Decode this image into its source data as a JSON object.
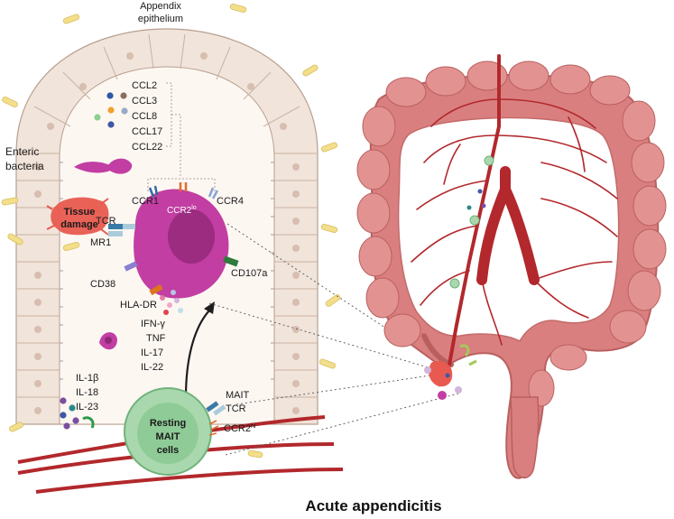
{
  "labels": {
    "epithelium": [
      "Appendix",
      "epithelium"
    ],
    "bacteria": [
      "Enteric",
      "bacteria"
    ],
    "chemokines": [
      "CCL2",
      "CCL3",
      "CCL8",
      "CCL17",
      "CCL22"
    ],
    "ccr1": "CCR1",
    "ccr4": "CCR4",
    "ccr2lo": "CCR2",
    "ccr2lo_sup": "lo",
    "tissue_damage": [
      "Tissue",
      "damage"
    ],
    "tcr": "TCR",
    "mr1": "MR1",
    "cd38": "CD38",
    "cd107a": "CD107a",
    "hladr": "HLA-DR",
    "cytokines": [
      "IFN-γ",
      "TNF",
      "IL-17",
      "IL-22"
    ],
    "interleukins": [
      "IL-1β",
      "IL-18",
      "IL-23"
    ],
    "resting": [
      "Resting",
      "MAIT",
      "cells"
    ],
    "mait_tcr": [
      "MAIT",
      "TCR"
    ],
    "ccr2hi": "CCR2",
    "ccr2hi_sup": "hi",
    "title": "Acute appendicitis"
  },
  "colors": {
    "epithelium_fill": "#f1e4da",
    "lumen": "#fdf7f2",
    "activated_cell": "#c23ea3",
    "nucleus": "#9b2c80",
    "resting_cell": "#a9d8ae",
    "damage": "#e85a4f",
    "bacteria": "#f3de8a",
    "colon": "#d97f7f",
    "vessel": "#b2282c"
  }
}
